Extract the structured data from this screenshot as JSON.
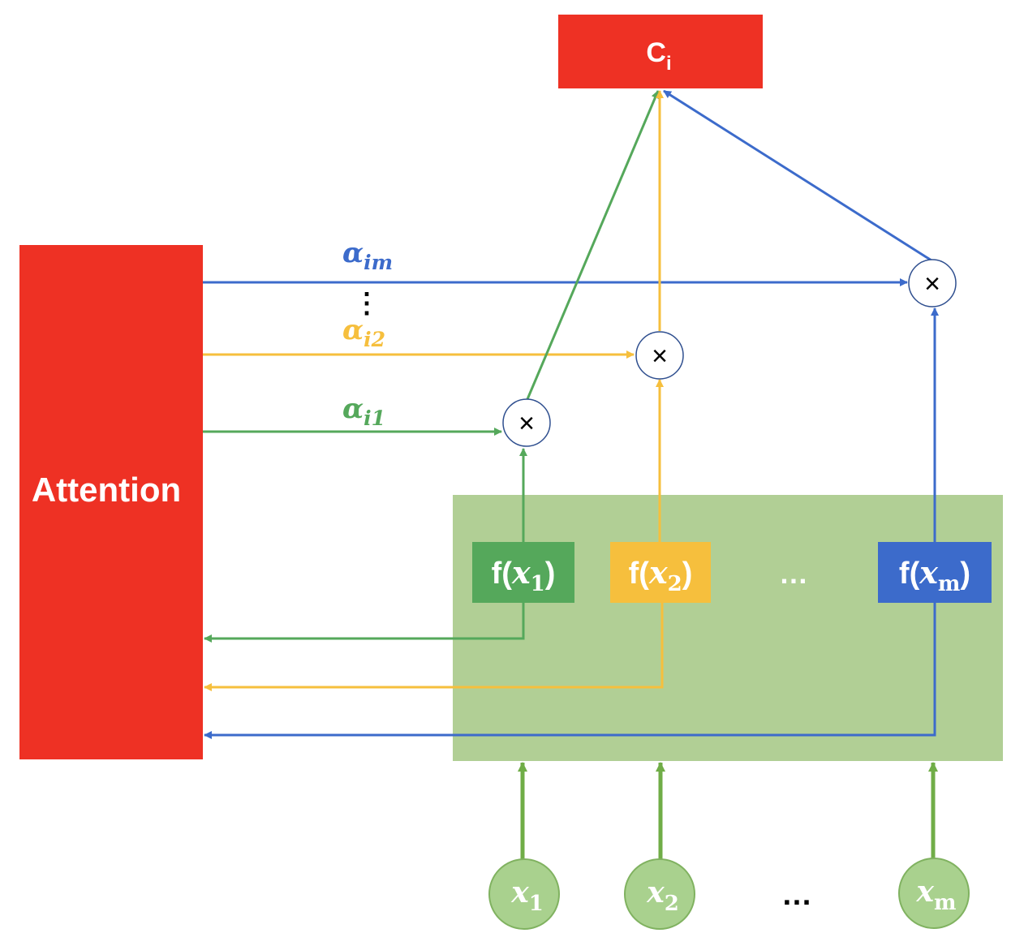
{
  "colors": {
    "red": "#ee3124",
    "green": "#55a85b",
    "green_input": "#70ad47",
    "green_panel": "#b1cf95",
    "green_node": "#a9d18e",
    "yellow": "#f6bf3d",
    "blue": "#3c6bcb",
    "white": "#ffffff",
    "black": "#000000"
  },
  "output": {
    "label": "C",
    "subscript": "i"
  },
  "attention": {
    "label": "Attention"
  },
  "weights": [
    {
      "symbol": "α",
      "subscript": "im"
    },
    {
      "symbol": "α",
      "subscript": "i2"
    },
    {
      "symbol": "α",
      "subscript": "i1"
    }
  ],
  "weights_ellipsis": "⋮",
  "multiply_symbol": "×",
  "features": [
    {
      "fn": "f(",
      "var": "x",
      "subscript": "1",
      "close": ")"
    },
    {
      "fn": "f(",
      "var": "x",
      "subscript": "2",
      "close": ")"
    },
    {
      "fn": "f(",
      "var": "x",
      "subscript": "m",
      "close": ")"
    }
  ],
  "features_ellipsis": "…",
  "inputs": [
    {
      "var": "x",
      "subscript": "1"
    },
    {
      "var": "x",
      "subscript": "2"
    },
    {
      "var": "x",
      "subscript": "m"
    }
  ],
  "inputs_ellipsis": "…"
}
